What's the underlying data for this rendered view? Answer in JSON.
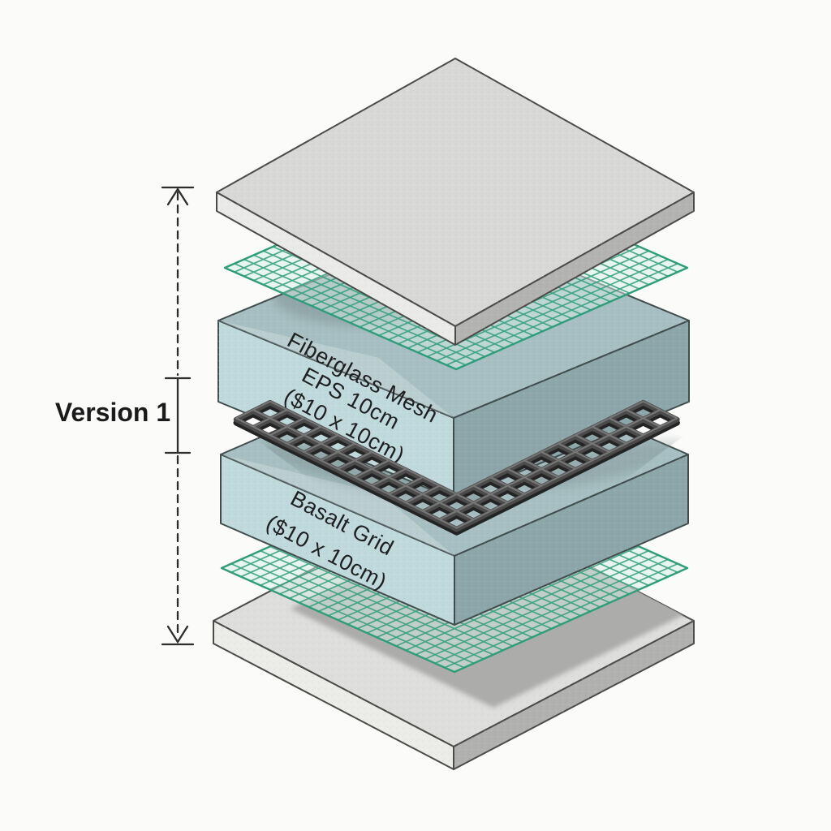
{
  "scene": {
    "background": "#fbfbfa",
    "version_label": "Version 1"
  },
  "labels": {
    "fiberglass_mesh": "Fiberglass Mesh",
    "eps_name": "EPS 10cm",
    "eps_size": "($10 x 10cm)",
    "basalt_name": "Basalt Grid",
    "basalt_size": "($10 x 10cm)"
  },
  "layers": [
    {
      "name": "top-render-plate",
      "kind": "slab"
    },
    {
      "name": "fiberglass-mesh-upper",
      "kind": "mesh"
    },
    {
      "name": "eps-insulation-board",
      "kind": "slab"
    },
    {
      "name": "basalt-reinforcement-grid",
      "kind": "grid"
    },
    {
      "name": "eps-insulation-board-lower",
      "kind": "slab"
    },
    {
      "name": "fiberglass-mesh-lower",
      "kind": "mesh"
    },
    {
      "name": "base-plate",
      "kind": "slab"
    }
  ],
  "colors": {
    "background": "#fbfbfa",
    "gray_top": "#d8d8d6",
    "gray_left": "#eaeae8",
    "gray_right": "#b3b3b1",
    "gray_outline": "#4b4b48",
    "base_top": "#dededc",
    "base_left": "#ecece9",
    "base_right": "#b1b1af",
    "base_shadow": "#a9a9a7",
    "blue_top": "#a7bfc2",
    "blue_left": "#c0d9dc",
    "blue_right": "#8da6aa",
    "blue_outline": "#414d4d",
    "mesh_line": "#2f9d7a",
    "mesh_fill": "rgba(216,239,229,0.5)",
    "grid_dark": "#242424",
    "grid_mid": "#4b4b4b",
    "grid_light": "#777777",
    "soft_shadow": "#5f6f70",
    "dimension": "#2d2d2d",
    "label_text": "#1f1f1f"
  }
}
